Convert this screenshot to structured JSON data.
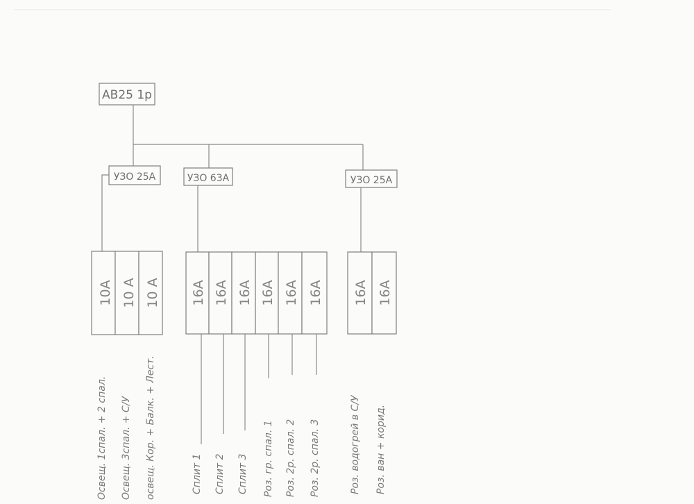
{
  "main_breaker": "АВ25 1р",
  "rcds": [
    {
      "label": "УЗО 25А",
      "breakers": [
        {
          "rating": "10А",
          "circuit": "Освещ. 1спал. + 2 спал."
        },
        {
          "rating": "10 А",
          "circuit": "Освещ. 3спал. + С/У"
        },
        {
          "rating": "10 А",
          "circuit": "освещ. Кор. + Балк. + Лест."
        }
      ]
    },
    {
      "label": "УЗО 63А",
      "breakers": [
        {
          "rating": "16А",
          "circuit": "Сплит 1"
        },
        {
          "rating": "16А",
          "circuit": "Сплит 2"
        },
        {
          "rating": "16А",
          "circuit": "Сплит 3"
        },
        {
          "rating": "16А",
          "circuit": "Роз. гр. спал. 1"
        },
        {
          "rating": "16А",
          "circuit": "Роз. 2р. спал. 2"
        },
        {
          "rating": "16А",
          "circuit": "Роз. 2р. спал. 3"
        }
      ]
    },
    {
      "label": "УЗО 25А",
      "breakers": [
        {
          "rating": "16А",
          "circuit": "Роз. водогрей в С/У"
        },
        {
          "rating": "16А",
          "circuit": "Роз. ван + корид."
        }
      ]
    }
  ]
}
